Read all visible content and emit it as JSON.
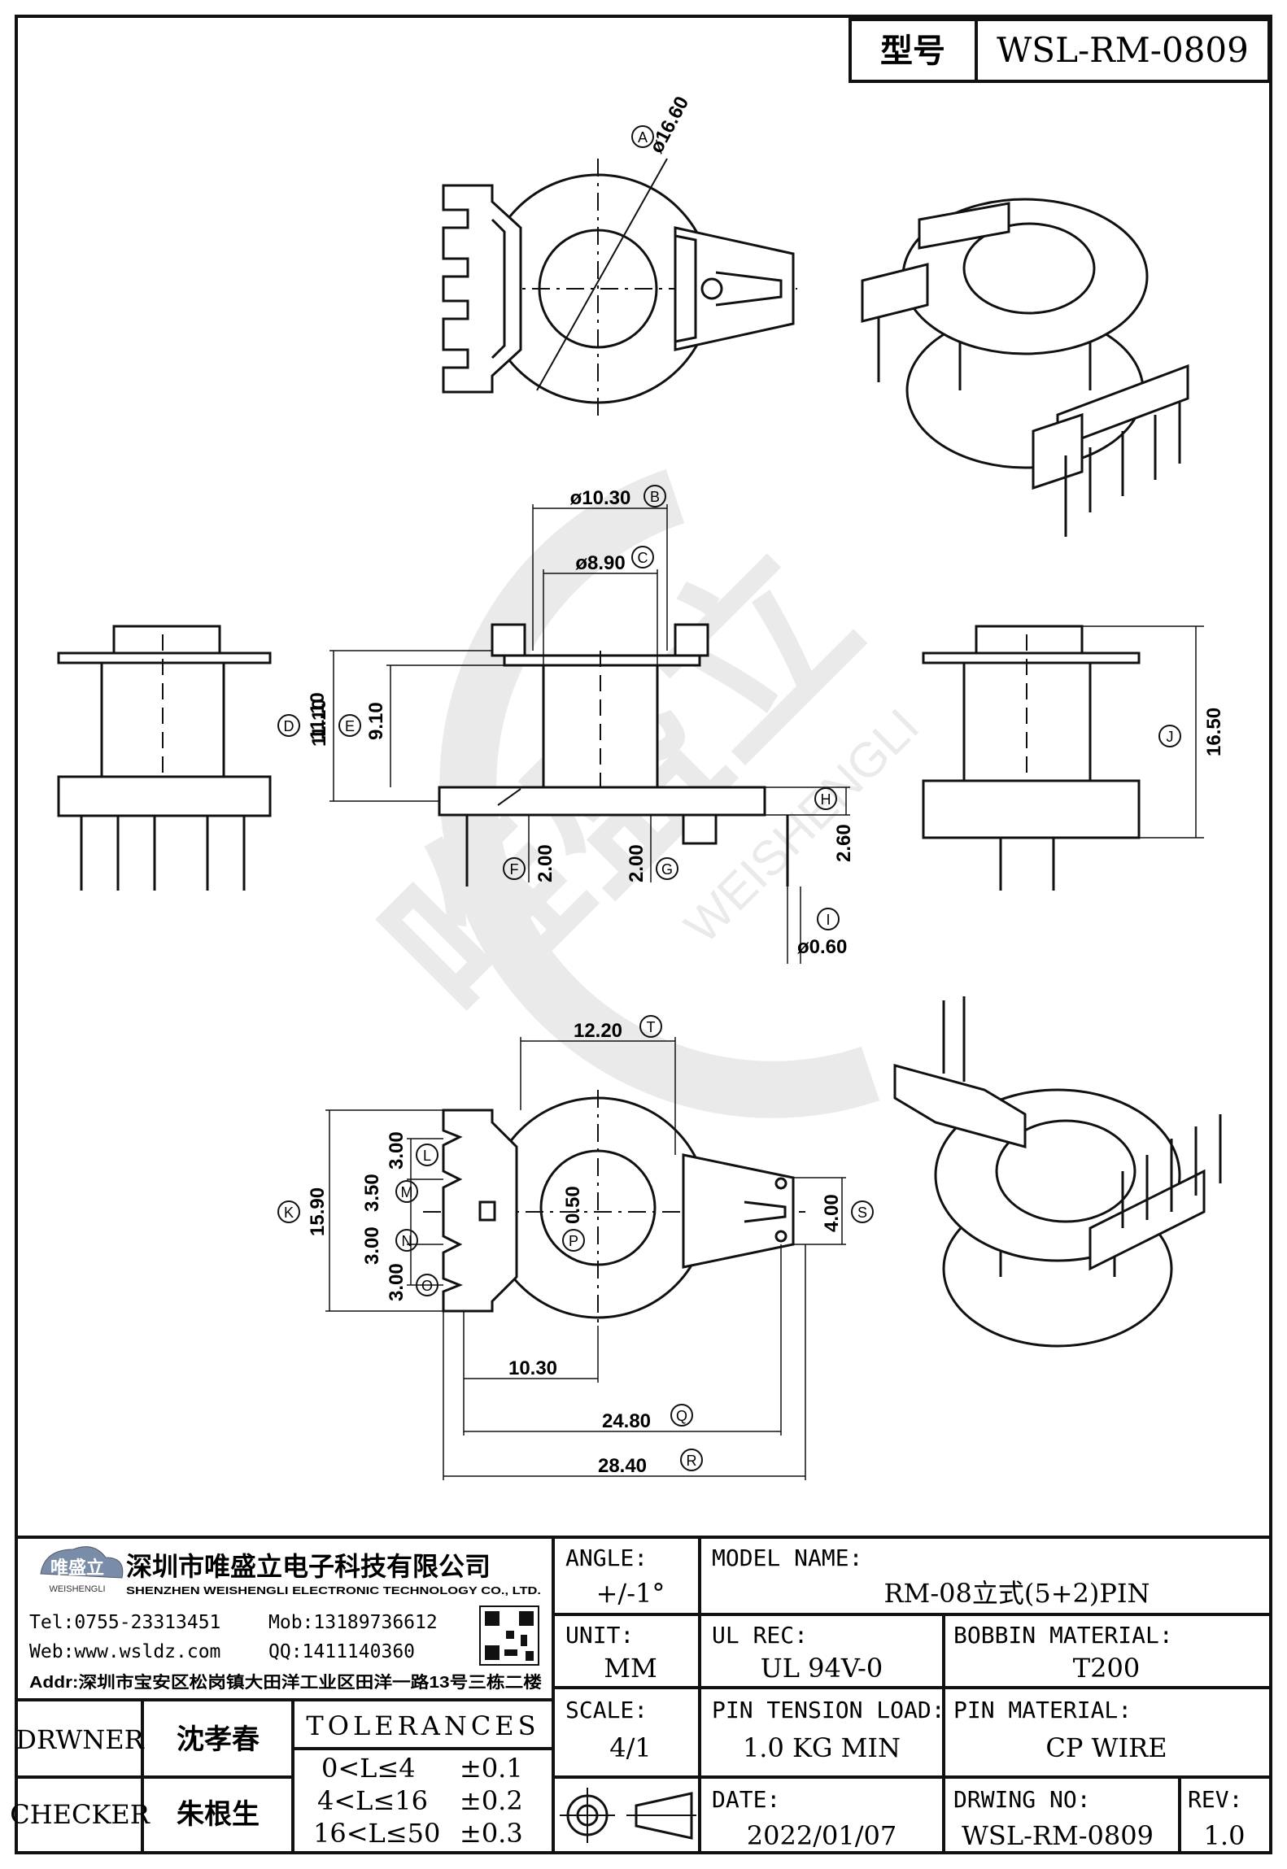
{
  "header": {
    "type_label": "型号",
    "model_code": "WSL-RM-0809"
  },
  "drawing": {
    "dims": {
      "A_dia": "ø16.60",
      "B_dia": "ø10.30",
      "C_dia": "ø8.90",
      "D": "11.10",
      "E": "9.10",
      "F": "2.00",
      "G": "2.00",
      "H": "2.60",
      "I_dia": "ø0.60",
      "J": "16.50",
      "T": "12.20",
      "K": "15.90",
      "L": "3.00",
      "M": "3.50",
      "N": "3.00",
      "O": "3.00",
      "P": "0.50",
      "S": "4.00",
      "len1": "10.30",
      "Q": "24.80",
      "R": "28.40"
    },
    "markers": {
      "A": "A",
      "B": "B",
      "C": "C",
      "D": "D",
      "E": "E",
      "F": "F",
      "G": "G",
      "H": "H",
      "I": "I",
      "J": "J",
      "K": "K",
      "L": "L",
      "M": "M",
      "N": "N",
      "O": "O",
      "P": "P",
      "Q": "Q",
      "R": "R",
      "S": "S",
      "T": "T"
    },
    "watermark_logo": "唯盛立",
    "watermark_sub": "WEISHENGLI"
  },
  "company": {
    "logo_name": "唯盛立",
    "logo_sub": "WEISHENGLI",
    "name_cn": "深圳市唯盛立电子科技有限公司",
    "name_en": "SHENZHEN WEISHENGLI ELECTRONIC TECHNOLOGY CO., LTD.",
    "tel": "Tel:0755-23313451",
    "mob": "Mob:13189736612",
    "web": "Web:www.wsldz.com",
    "qq": "QQ:1411140360",
    "addr": "Addr:深圳市宝安区松岗镇大田洋工业区田洋一路13号三栋二楼"
  },
  "title_block": {
    "angle_label": "ANGLE:",
    "angle_value": "+/-1°",
    "model_name_label": "MODEL NAME:",
    "model_name_value": "RM-08立式(5+2)PIN",
    "unit_label": "UNIT:",
    "unit_value": "MM",
    "ul_label": "UL REC:",
    "ul_value": "UL 94V-0",
    "bobbin_label": "BOBBIN MATERIAL:",
    "bobbin_value": "T200",
    "scale_label": "SCALE:",
    "scale_value": "4/1",
    "pin_tension_label": "PIN TENSION LOAD:",
    "pin_tension_value": "1.0 KG MIN",
    "pin_material_label": "PIN MATERIAL:",
    "pin_material_value": "CP WIRE",
    "date_label": "DATE:",
    "date_value": "2022/01/07",
    "drwing_no_label": "DRWING NO:",
    "drwing_no_value": "WSL-RM-0809",
    "rev_label": "REV:",
    "rev_value": "1.0",
    "drawer_label": "DRWNER",
    "drawer_value": "沈孝春",
    "checker_label": "CHECKER",
    "checker_value": "朱根生",
    "tolerances_label": "TOLERANCES",
    "tol1_range": "0<L≤4",
    "tol1_value": "±0.1",
    "tol2_range": "4<L≤16",
    "tol2_value": "±0.2",
    "tol3_range": "16<L≤50",
    "tol3_value": "±0.3"
  }
}
